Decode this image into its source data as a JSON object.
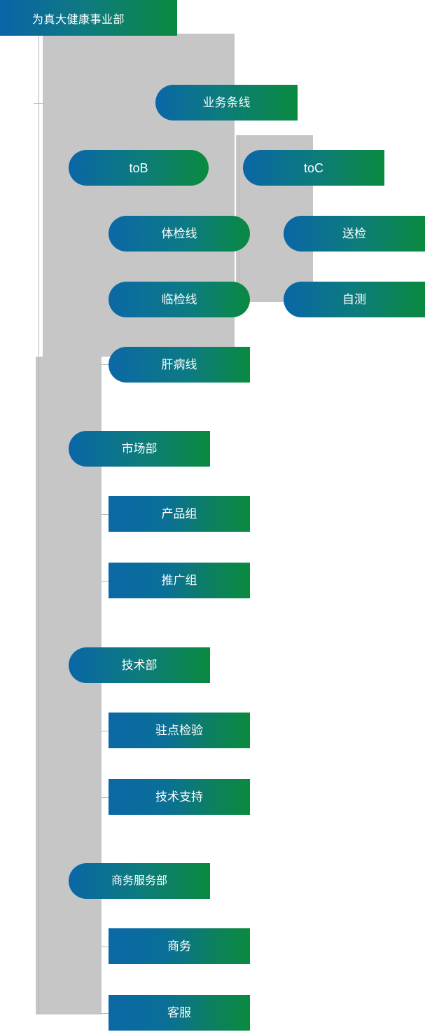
{
  "chart_data": {
    "type": "diagram",
    "title": "为真大健康事业部",
    "diagram_kind": "organization-chart",
    "root": "为真大健康事业部",
    "nodes": [
      {
        "id": "root",
        "label": "为真大健康事业部",
        "level": 0,
        "parent": null
      },
      {
        "id": "ywtx",
        "label": "业务条线",
        "level": 1,
        "parent": "root"
      },
      {
        "id": "tob",
        "label": "toB",
        "level": 2,
        "parent": "ywtx"
      },
      {
        "id": "toc",
        "label": "toC",
        "level": 2,
        "parent": "ywtx"
      },
      {
        "id": "tjx",
        "label": "体检线",
        "level": 3,
        "parent": "tob"
      },
      {
        "id": "ljx",
        "label": "临检线",
        "level": 3,
        "parent": "tob"
      },
      {
        "id": "gbx",
        "label": "肝病线",
        "level": 3,
        "parent": "tob"
      },
      {
        "id": "sj",
        "label": "送检",
        "level": 3,
        "parent": "toc"
      },
      {
        "id": "zc",
        "label": "自测",
        "level": 3,
        "parent": "toc"
      },
      {
        "id": "scb",
        "label": "市场部",
        "level": 1,
        "parent": "root"
      },
      {
        "id": "cpz",
        "label": "产品组",
        "level": 2,
        "parent": "scb"
      },
      {
        "id": "tgz",
        "label": "推广组",
        "level": 2,
        "parent": "scb"
      },
      {
        "id": "jsb",
        "label": "技术部",
        "level": 1,
        "parent": "root"
      },
      {
        "id": "zdjy",
        "label": "驻点检验",
        "level": 2,
        "parent": "jsb"
      },
      {
        "id": "jszc",
        "label": "技术支持",
        "level": 2,
        "parent": "jsb"
      },
      {
        "id": "swfwb",
        "label": "商务服务部",
        "level": 1,
        "parent": "root"
      },
      {
        "id": "sw",
        "label": "商务",
        "level": 2,
        "parent": "swfwb"
      },
      {
        "id": "kf",
        "label": "客服",
        "level": 2,
        "parent": "swfwb"
      }
    ]
  },
  "header": {
    "title": "为真大健康事业部"
  },
  "nodes": {
    "business_line": {
      "label": "业务条线"
    },
    "tob": {
      "label": "toB"
    },
    "toc": {
      "label": "toC"
    },
    "physical_exam": {
      "label": "体检线"
    },
    "clinical_exam": {
      "label": "临检线"
    },
    "liver_disease": {
      "label": "肝病线"
    },
    "send_inspection": {
      "label": "送检"
    },
    "self_test": {
      "label": "自测"
    },
    "marketing_dept": {
      "label": "市场部"
    },
    "product_group": {
      "label": "产品组"
    },
    "promotion_group": {
      "label": "推广组"
    },
    "tech_dept": {
      "label": "技术部"
    },
    "onsite_inspection": {
      "label": "驻点检验"
    },
    "tech_support": {
      "label": "技术支持"
    },
    "business_service": {
      "label": "商务服务部"
    },
    "business": {
      "label": "商务"
    },
    "customer_service": {
      "label": "客服"
    }
  },
  "colors": {
    "gradient_start": "#0a66a7",
    "gradient_end": "#0a8a3f",
    "band_gray": "#c6c6c6",
    "connector": "#b5b5b5",
    "text": "#ffffff",
    "background": "#ffffff"
  }
}
